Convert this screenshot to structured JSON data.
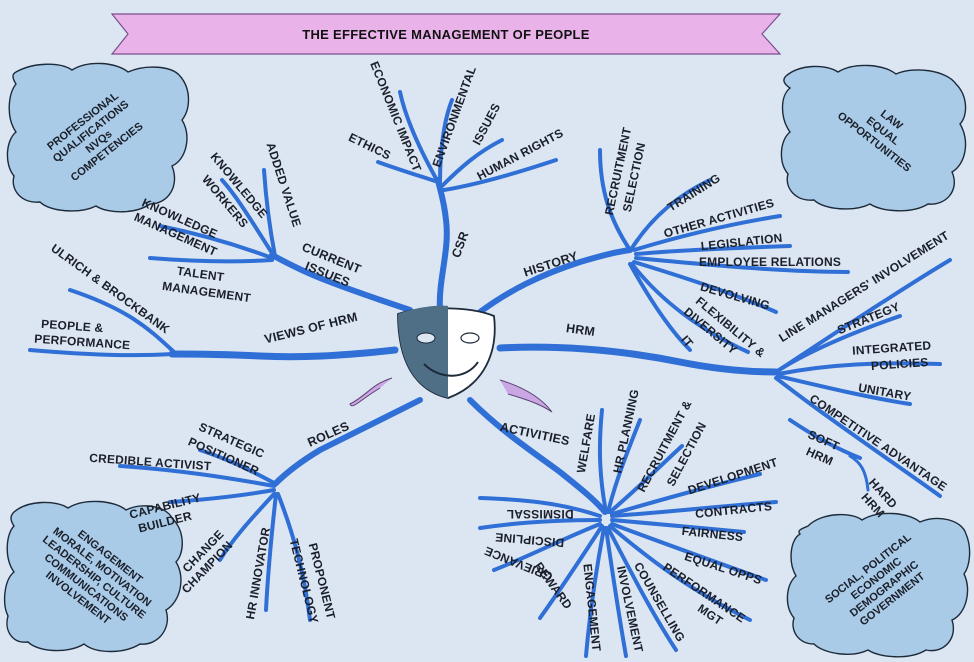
{
  "title": "THE EFFECTIVE MANAGEMENT OF PEOPLE",
  "colors": {
    "background": "#dbe6f2",
    "branch": "#2f6fd6",
    "banner": "#e9b3ea",
    "cloud": "#a9cbe7",
    "mask_dark": "#4f6f86",
    "ribbon": "#caa7e3"
  },
  "center_icon": "theatre-mask-icon",
  "clouds": {
    "top_left": [
      "PROFESSIONAL",
      "QUALIFICATIONS",
      "NVQs",
      "COMPETENCIES"
    ],
    "top_right": [
      "LAW",
      "EQUAL",
      "OPPORTUNITIES"
    ],
    "bottom_left": [
      "ENGAGEMENT",
      "MORALE, MOTIVATION",
      "LEADERSHIP, CULTURE",
      "COMMUNICATIONS",
      "INVOLVEMENT"
    ],
    "bottom_right": [
      "SOCIAL, POLITICAL",
      "ECONOMIC",
      "DEMOGRAPHIC",
      "GOVERNMENT"
    ]
  },
  "branches": {
    "csr": {
      "label": "CSR",
      "items": [
        "ETHICS",
        "ECONOMIC IMPACT",
        "ENVIRONMENTAL",
        "ISSUES",
        "HUMAN RIGHTS"
      ]
    },
    "current_issues": {
      "label_1": "CURRENT",
      "label_2": "ISSUES",
      "items": [
        "ADDED VALUE",
        "KNOWLEDGE",
        "WORKERS",
        "KNOWLEDGE",
        "MANAGEMENT",
        "TALENT",
        "MANAGEMENT"
      ]
    },
    "views_of_hrm": {
      "label": "VIEWS OF HRM",
      "items": [
        "ULRICH & BROCKBANK",
        "PEOPLE &",
        "PERFORMANCE"
      ]
    },
    "history": {
      "label": "HISTORY",
      "items": [
        "RECRUITMENT",
        "SELECTION",
        "TRAINING",
        "OTHER ACTIVITIES",
        "LEGISLATION",
        "EMPLOYEE RELATIONS",
        "DEVOLVING",
        "FLEXIBILITY &",
        "DIVERSITY",
        "IT"
      ]
    },
    "hrm": {
      "label": "HRM",
      "items": [
        "LINE MANAGERS' INVOLVEMENT",
        "STRATEGY",
        "INTEGRATED",
        "POLICIES",
        "UNITARY",
        "COMPETITIVE ADVANTAGE",
        "SOFT",
        "HRM",
        "HARD",
        "HRM"
      ]
    },
    "roles": {
      "label": "ROLES",
      "items": [
        "STRATEGIC",
        "POSITIONER",
        "CREDIBLE ACTIVIST",
        "CAPABILITY",
        "BUILDER",
        "CHANGE",
        "CHAMPION",
        "HR INNOVATOR",
        "TECHNOLOGY",
        "PROPONENT"
      ]
    },
    "activities": {
      "label": "ACTIVITIES",
      "items": [
        "WELFARE",
        "HR PLANNING",
        "RECRUITMENT &",
        "SELECTION",
        "DEVELOPMENT",
        "CONTRACTS",
        "FAIRNESS",
        "EQUAL OPPS",
        "PERFORMANCE",
        "MGT",
        "COUNSELLING",
        "INVOLVEMENT",
        "ENGAGEMENT",
        "REWARD",
        "GRIEVANCE",
        "DISCIPLINE",
        "DISMISSAL"
      ]
    }
  }
}
